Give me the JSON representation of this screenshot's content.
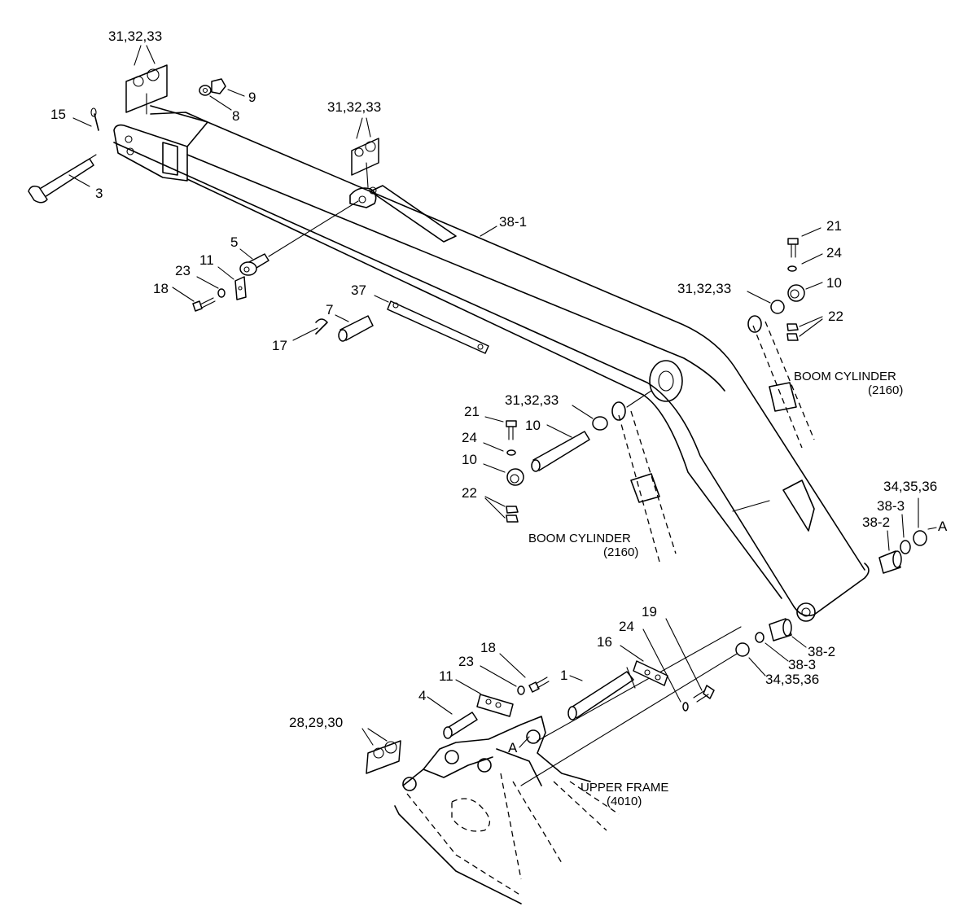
{
  "labels": {
    "l_31_tl": "31,32,33",
    "l_9": "9",
    "l_8": "8",
    "l_15": "15",
    "l_3": "3",
    "l_31_mid": "31,32,33",
    "l_38_1": "38-1",
    "l_5": "5",
    "l_11_top": "11",
    "l_23_top": "23",
    "l_18_top": "18",
    "l_37": "37",
    "l_7": "7",
    "l_17": "17",
    "l_21_r": "21",
    "l_24_r": "24",
    "l_31_r": "31,32,33",
    "l_10_r": "10",
    "l_22_r": "22",
    "l_boom_cyl_r": "BOOM CYLINDER",
    "l_2160_r": "(2160)",
    "l_21_c": "21",
    "l_31_c": "31,32,33",
    "l_10_c1": "10",
    "l_24_c": "24",
    "l_10_c2": "10",
    "l_22_c": "22",
    "l_boom_cyl_c": "BOOM CYLINDER",
    "l_2160_c": "(2160)",
    "l_34_r": "34,35,36",
    "l_38_3_r": "38-3",
    "l_38_2_r": "38-2",
    "l_A_r": "A",
    "l_19": "19",
    "l_24_b": "24",
    "l_16": "16",
    "l_38_2_b": "38-2",
    "l_38_3_b": "38-3",
    "l_34_b": "34,35,36",
    "l_18_b": "18",
    "l_23_b": "23",
    "l_1": "1",
    "l_11_b": "11",
    "l_4": "4",
    "l_28": "28,29,30",
    "l_A_b": "A",
    "l_upper_frame": "UPPER FRAME",
    "l_4010": "(4010)"
  }
}
